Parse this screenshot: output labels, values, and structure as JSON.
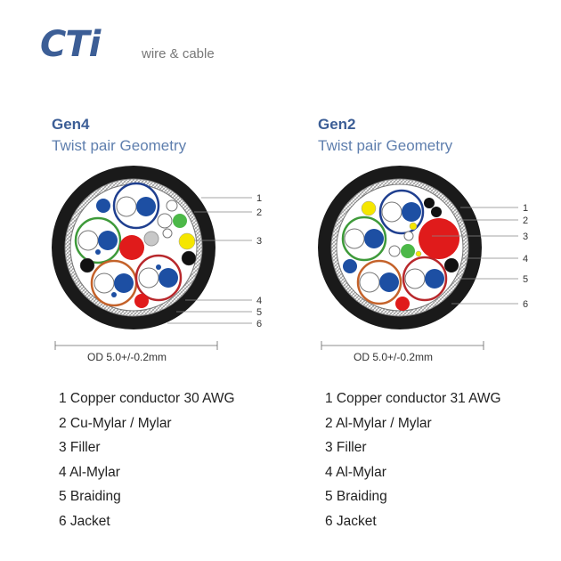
{
  "brand": {
    "logo_text": "CTi",
    "tagline": "wire & cable",
    "color": "#3c5e96"
  },
  "gen4": {
    "title": "Gen4",
    "subtitle": "Twist pair Geometry",
    "od": "OD 5.0+/-0.2mm",
    "callouts": [
      "1",
      "2",
      "3",
      "4",
      "5",
      "6"
    ],
    "legend": [
      "1 Copper conductor 30 AWG",
      "2 Cu-Mylar / Mylar",
      "3 Filler",
      "4 Al-Mylar",
      "5 Braiding",
      "6 Jacket"
    ]
  },
  "gen2": {
    "title": "Gen2",
    "subtitle": "Twist pair Geometry",
    "od": "OD 5.0+/-0.2mm",
    "callouts": [
      "1",
      "2",
      "3",
      "4",
      "5",
      "6"
    ],
    "legend": [
      "1 Copper conductor 31 AWG",
      "2 Al-Mylar / Mylar",
      "3 Filler",
      "4 Al-Mylar",
      "5 Braiding",
      "6 Jacket"
    ]
  },
  "colors": {
    "jacket": "#1a1a1a",
    "braid": "#b5b5b5",
    "pair_blue": "#1f3f8f",
    "pair_green": "#3e9a3a",
    "pair_orange": "#c4622a",
    "pair_red": "#b8282c",
    "core_blue": "#1d4fa3",
    "red": "#e01b1b",
    "yellow": "#f5e600",
    "green": "#4cb848",
    "black": "#111111",
    "gray": "#c8c8c8"
  }
}
